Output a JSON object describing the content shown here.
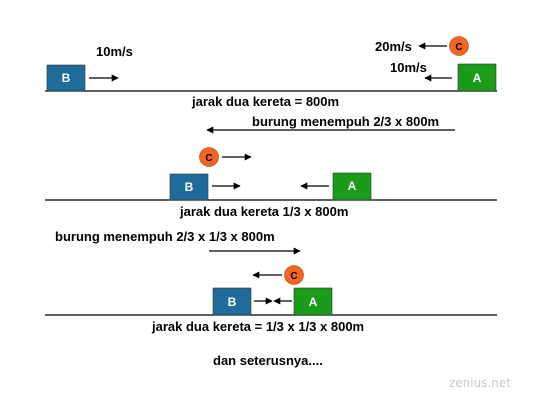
{
  "labels": {
    "speed_b": "10m/s",
    "speed_c": "20m/s",
    "speed_a": "10m/s",
    "distance_1": "jarak dua kereta = 800m",
    "bird_travel_1": "burung menempuh 2/3 x 800m",
    "distance_2": "jarak dua kereta 1/3 x 800m",
    "bird_travel_2": "burung menempuh 2/3 x 1/3 x 800m",
    "distance_3": "jarak dua kereta = 1/3 x 1/3 x 800m",
    "continuation": "dan seterusnya....",
    "watermark": "zenius.net"
  },
  "trains": {
    "a_label": "A",
    "b_label": "B",
    "a_color": "#1a9c1a",
    "b_color": "#1f6b9c"
  },
  "bird": {
    "label": "C",
    "color": "#f26522"
  }
}
